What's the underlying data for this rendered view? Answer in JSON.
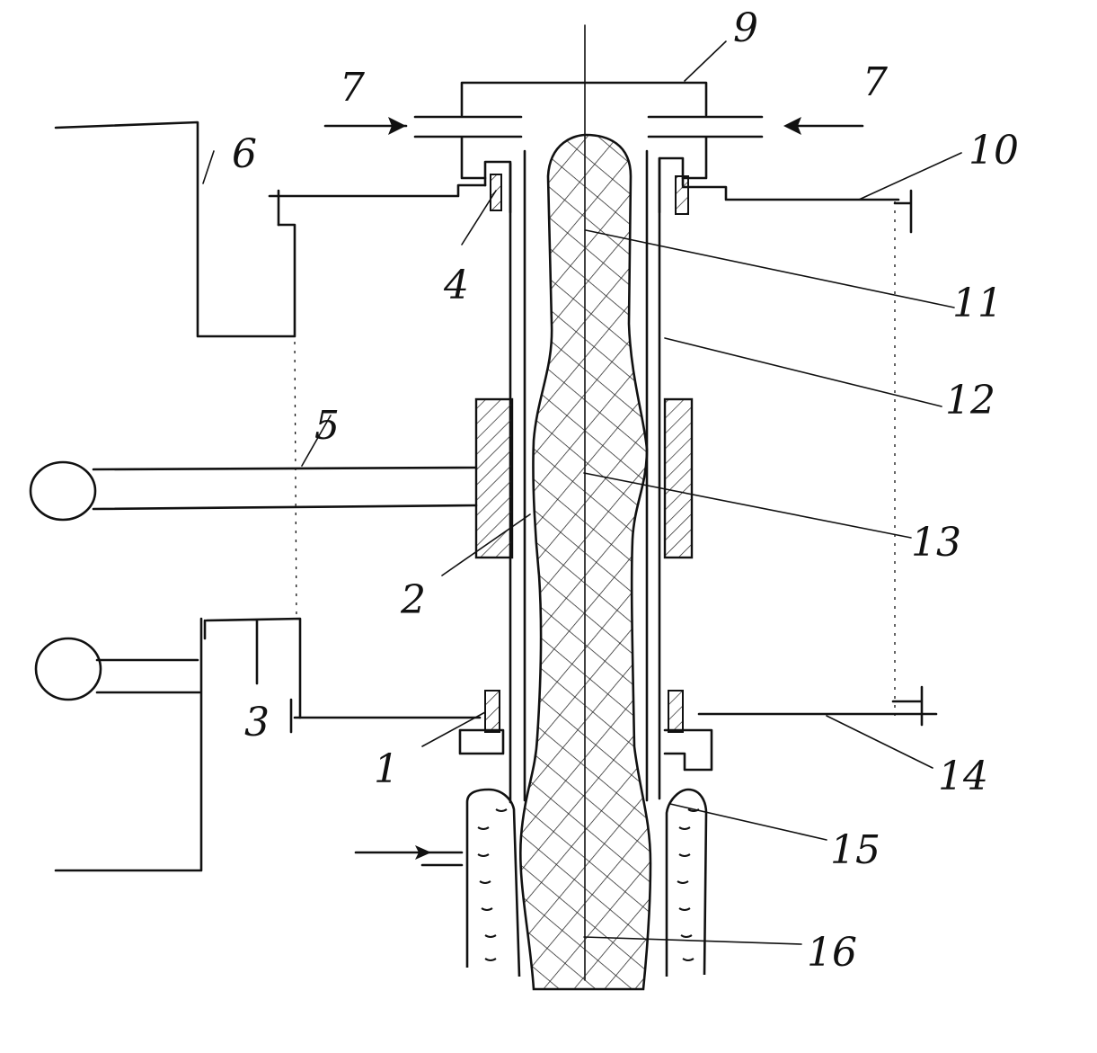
{
  "diagram": {
    "labels": {
      "l1": "1",
      "l2": "2",
      "l3": "3",
      "l4": "4",
      "l5": "5",
      "l6": "6",
      "l7_left": "7",
      "l7_right": "7",
      "l9": "9",
      "l10": "10",
      "l11": "11",
      "l12": "12",
      "l13": "13",
      "l14": "14",
      "l15": "15",
      "l16": "16"
    },
    "colors": {
      "ink": "#111111",
      "paper": "#ffffff",
      "hatch": "#222222"
    }
  }
}
